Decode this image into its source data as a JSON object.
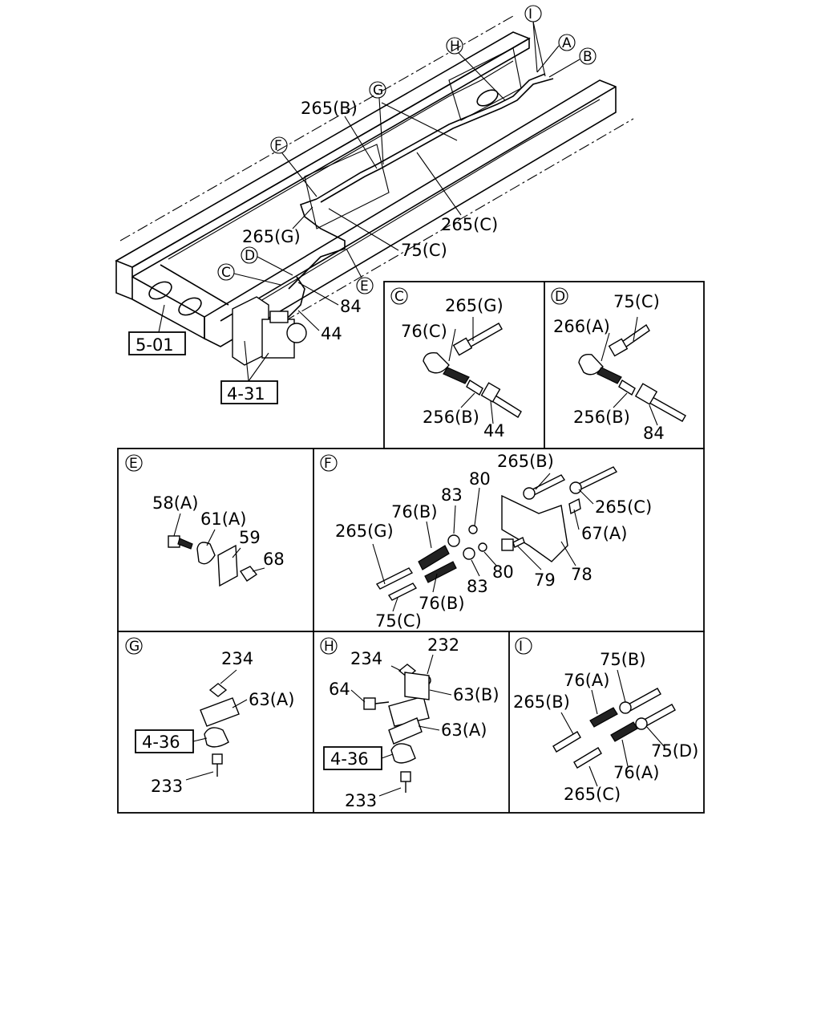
{
  "overview": {
    "callouts": [
      "I",
      "A",
      "B",
      "H",
      "G",
      "F",
      "D",
      "C",
      "E"
    ],
    "labels": {
      "p265b": "265(B)",
      "p265c": "265(C)",
      "p265g": "265(G)",
      "p75c": "75(C)",
      "p84": "84",
      "p44": "44"
    },
    "refs": [
      "5-01",
      "4-31"
    ]
  },
  "panels": {
    "C": {
      "id": "C",
      "labels": [
        "265(G)",
        "76(C)",
        "256(B)",
        "44"
      ]
    },
    "D": {
      "id": "D",
      "labels": [
        "75(C)",
        "266(A)",
        "256(B)",
        "84"
      ]
    },
    "E": {
      "id": "E",
      "labels": [
        "58(A)",
        "61(A)",
        "59",
        "68"
      ]
    },
    "F": {
      "id": "F",
      "labels": [
        "265(B)",
        "80",
        "83",
        "265(C)",
        "76(B)",
        "67(A)",
        "265(G)",
        "83",
        "80",
        "79",
        "78",
        "76(B)",
        "75(C)"
      ]
    },
    "G": {
      "id": "G",
      "labels": [
        "234",
        "63(A)",
        "4-36",
        "233"
      ]
    },
    "H": {
      "id": "H",
      "labels": [
        "234",
        "232",
        "64",
        "63(B)",
        "63(A)",
        "4-36",
        "233"
      ]
    },
    "I": {
      "id": "I",
      "labels": [
        "75(B)",
        "76(A)",
        "265(B)",
        "75(D)",
        "76(A)",
        "265(C)"
      ]
    }
  }
}
